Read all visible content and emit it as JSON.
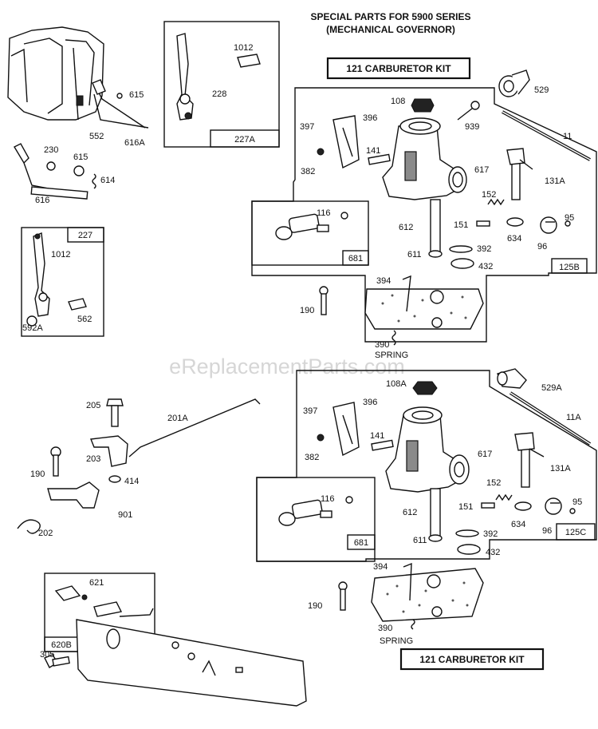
{
  "header": {
    "line1": "SPECIAL PARTS FOR 5900 SERIES",
    "line2": "(MECHANICAL GOVERNOR)"
  },
  "kit_labels": {
    "top": "121 CARBURETOR KIT",
    "bottom": "121 CARBURETOR KIT"
  },
  "watermark": "eReplacementParts.com",
  "box_labels": {
    "b227a": "227A",
    "b227": "227",
    "b681_top": "681",
    "b125b": "125B",
    "b681_bot": "681",
    "b125c": "125C",
    "b620b": "620B"
  },
  "parts": {
    "p615a": "615",
    "p552": "552",
    "p616a": "616A",
    "p230": "230",
    "p615b": "615",
    "p614": "614",
    "p616": "616",
    "p1012a": "1012",
    "p228": "228",
    "p1012b": "1012",
    "p562": "562",
    "p592a": "592A",
    "p529": "529",
    "p108": "108",
    "p396": "396",
    "p397": "397",
    "p939": "939",
    "p11": "11",
    "p141": "141",
    "p382": "382",
    "p617": "617",
    "p131a": "131A",
    "p152": "152",
    "p116": "116",
    "p151": "151",
    "p95": "95",
    "p612": "612",
    "p634": "634",
    "p96": "96",
    "p611": "611",
    "p392": "392",
    "p432": "432",
    "p394": "394",
    "p190": "190",
    "p390": "390",
    "spring": "SPRING",
    "p205": "205",
    "p201a": "201A",
    "p203": "203",
    "p190b": "190",
    "p414": "414",
    "p901": "901",
    "p202": "202",
    "p621": "621",
    "p305": "305",
    "p108a": "108A",
    "p529a": "529A",
    "p396b": "396",
    "p397b": "397",
    "p11a": "11A",
    "p141b": "141",
    "p382b": "382",
    "p617b": "617",
    "p131ab": "131A",
    "p152b": "152",
    "p116b": "116",
    "p151b": "151",
    "p95b": "95",
    "p612b": "612",
    "p634b": "634",
    "p96b": "96",
    "p611b": "611",
    "p392b": "392",
    "p432b": "432",
    "p394b": "394",
    "p190c": "190",
    "p390b": "390",
    "spring2": "SPRING"
  }
}
